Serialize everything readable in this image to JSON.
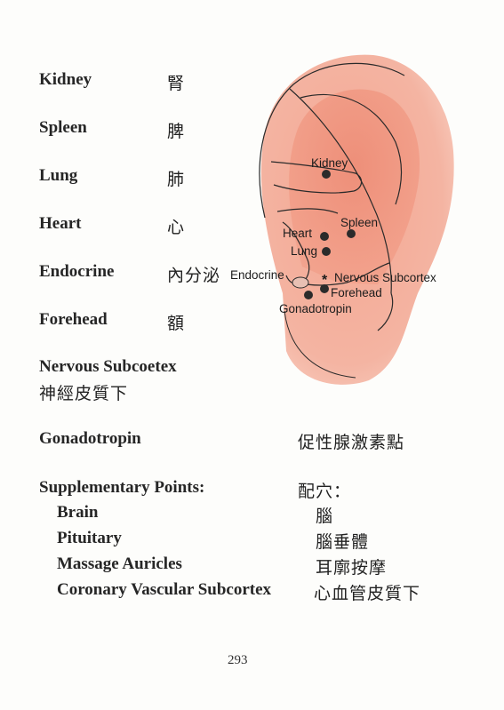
{
  "entries": [
    {
      "en": "Kidney",
      "zh": "腎"
    },
    {
      "en": "Spleen",
      "zh": "脾"
    },
    {
      "en": "Lung",
      "zh": "肺"
    },
    {
      "en": "Heart",
      "zh": "心"
    },
    {
      "en": "Endocrine",
      "zh": "內分泌"
    },
    {
      "en": "Forehead",
      "zh": "額"
    }
  ],
  "nervous": {
    "en": "Nervous Subcoetex",
    "zh": "神經皮質下"
  },
  "gonadotropin": {
    "en": "Gonadotropin",
    "zh": "促性腺激素點"
  },
  "supplementary": {
    "heading": "Supplementary Points:",
    "heading_zh": "配穴：",
    "items": [
      {
        "en": "Brain",
        "zh": "腦"
      },
      {
        "en": "Pituitary",
        "zh": "腦垂體"
      },
      {
        "en": "Massage Auricles",
        "zh": "耳廓按摩"
      },
      {
        "en": "Coronary Vascular Subcortex",
        "zh": "心血管皮質下"
      }
    ]
  },
  "ear_diagram": {
    "labels": {
      "kidney": "Kidney",
      "spleen": "Spleen",
      "heart": "Heart",
      "lung": "Lung",
      "endocrine": "Endocrine",
      "nervous": "Nervous Subcortex",
      "nervous_marker": "*",
      "forehead": "Forehead",
      "gonadotropin": "Gonadotropin"
    },
    "colors": {
      "skin": "#f2a896",
      "skin_light": "#f8c8b8",
      "outline": "#2a2a2a",
      "point": "#2b2b2b"
    }
  },
  "page_number": "293"
}
